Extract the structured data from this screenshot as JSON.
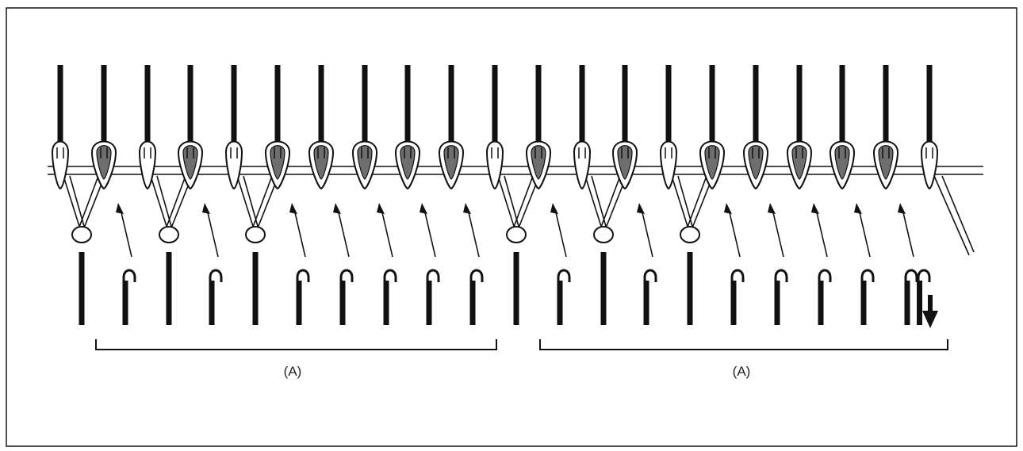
{
  "diagram": {
    "top_needle_count": 21,
    "bottom_needle_count": 21,
    "bracket_labels": [
      "(A)",
      "(A)"
    ],
    "colors": {
      "ink": "#111111",
      "loop_fill": "#ffffff",
      "loop_shade": "#6e6e6e",
      "frame": "#222222"
    },
    "icons": {
      "top_needle": "needle-icon",
      "bottom_needle_hook": "latch-hook-needle-icon",
      "bottom_needle_plain": "straight-needle-icon",
      "direction_arrow": "arrow-icon",
      "down_arrow": "down-arrow-icon"
    }
  }
}
